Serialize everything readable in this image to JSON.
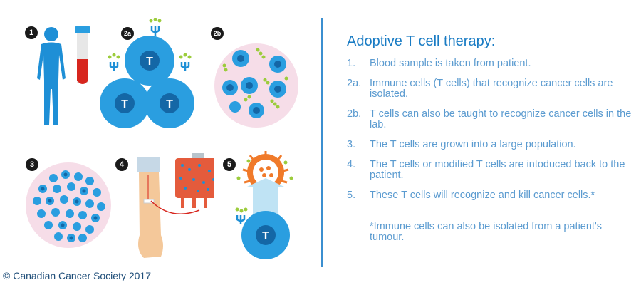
{
  "badges": {
    "b1": "1",
    "b2a": "2a",
    "b2b": "2b",
    "b3": "3",
    "b4": "4",
    "b5": "5"
  },
  "tcell_label": "T",
  "title": "Adoptive T cell therapy:",
  "steps": [
    {
      "num": "1.",
      "text": "Blood sample is taken from patient."
    },
    {
      "num": "2a.",
      "text": "Immune cells (T cells) that recognize cancer cells are isolated."
    },
    {
      "num": "2b.",
      "text": "T cells can also be taught to recognize cancer cells in the lab."
    },
    {
      "num": "3.",
      "text": "The T cells are grown into a large population."
    },
    {
      "num": "4.",
      "text": "The T cells or modified T cells are intoduced back to the patient."
    },
    {
      "num": "5.",
      "text": "These T cells will recognize and kill cancer cells.*"
    }
  ],
  "note": "*Immune cells can also be isolated from a patient's tumour.",
  "footer": "© Canadian Cancer Society 2017",
  "colors": {
    "accent": "#1a7cc4",
    "text": "#5b9bd0",
    "cell": "#2a9ee0",
    "cell_light": "#6fc1ea",
    "petri": "#f6dde8",
    "blood": "#d7261e",
    "cancer": "#f07a2a"
  }
}
